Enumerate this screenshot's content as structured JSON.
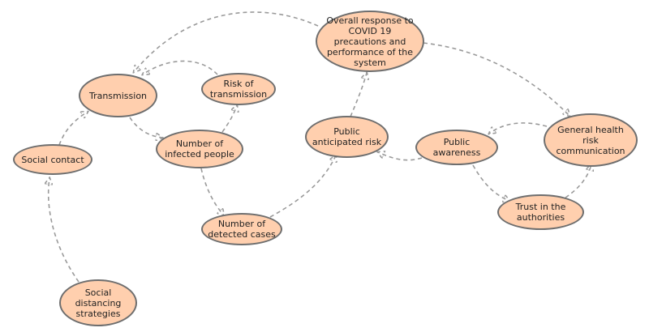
{
  "diagram": {
    "nodes": {
      "overall": "Overall response to COVID 19 precautions and performance of the system",
      "transmission": "Transmission",
      "risk_of_transmission": "Risk of transmission",
      "social_contact": "Social contact",
      "infected": "Number of infected people",
      "anticipated_risk": "Public anticipated risk",
      "awareness": "Public awareness",
      "general_communication": "General health risk communication",
      "trust": "Trust in the authorities",
      "detected": "Number of detected cases",
      "distancing": "Social distancing strategies"
    },
    "edges": [
      {
        "from": "overall",
        "to": "transmission"
      },
      {
        "from": "overall",
        "to": "general_communication"
      },
      {
        "from": "risk_of_transmission",
        "to": "transmission"
      },
      {
        "from": "transmission",
        "to": "infected"
      },
      {
        "from": "infected",
        "to": "risk_of_transmission"
      },
      {
        "from": "infected",
        "to": "detected"
      },
      {
        "from": "detected",
        "to": "anticipated_risk"
      },
      {
        "from": "anticipated_risk",
        "to": "overall"
      },
      {
        "from": "awareness",
        "to": "anticipated_risk"
      },
      {
        "from": "general_communication",
        "to": "awareness"
      },
      {
        "from": "awareness",
        "to": "trust"
      },
      {
        "from": "trust",
        "to": "general_communication"
      },
      {
        "from": "social_contact",
        "to": "transmission"
      },
      {
        "from": "distancing",
        "to": "social_contact"
      }
    ],
    "colors": {
      "node_fill": "#ffcfae",
      "node_border": "#6e6e6e",
      "edge": "#9a9a9a"
    }
  }
}
